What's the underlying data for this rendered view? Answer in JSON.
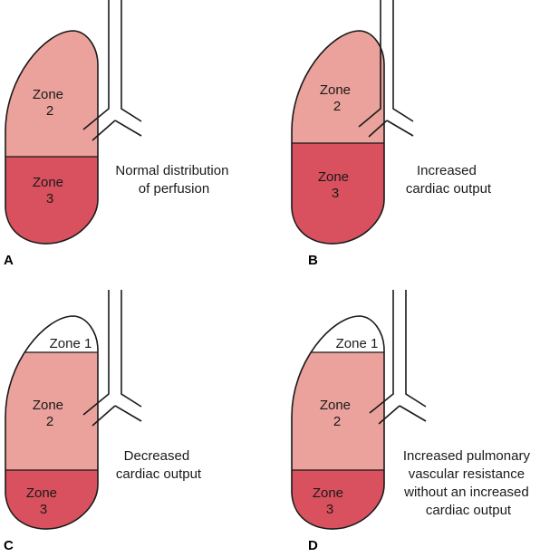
{
  "colors": {
    "zone1": "#ffffff",
    "zone2": "#eba29c",
    "zone3": "#d9515e",
    "outline": "#1a1a1a"
  },
  "panels": [
    {
      "letter": "A",
      "zones": [
        {
          "lines": [
            "Zone",
            "2"
          ]
        },
        {
          "lines": [
            "Zone",
            "3"
          ]
        }
      ],
      "caption": [
        "Normal distribution",
        "of perfusion"
      ]
    },
    {
      "letter": "B",
      "zones": [
        {
          "lines": [
            "Zone",
            "2"
          ]
        },
        {
          "lines": [
            "Zone",
            "3"
          ]
        }
      ],
      "caption": [
        "Increased",
        "cardiac output"
      ]
    },
    {
      "letter": "C",
      "zones": [
        {
          "lines": [
            "Zone 1"
          ]
        },
        {
          "lines": [
            "Zone",
            "2"
          ]
        },
        {
          "lines": [
            "Zone",
            "3"
          ]
        }
      ],
      "caption": [
        "Decreased",
        "cardiac output"
      ]
    },
    {
      "letter": "D",
      "zones": [
        {
          "lines": [
            "Zone 1"
          ]
        },
        {
          "lines": [
            "Zone",
            "2"
          ]
        },
        {
          "lines": [
            "Zone",
            "3"
          ]
        }
      ],
      "caption": [
        "Increased pulmonary",
        "vascular resistance",
        "without an increased",
        "cardiac output"
      ]
    }
  ]
}
